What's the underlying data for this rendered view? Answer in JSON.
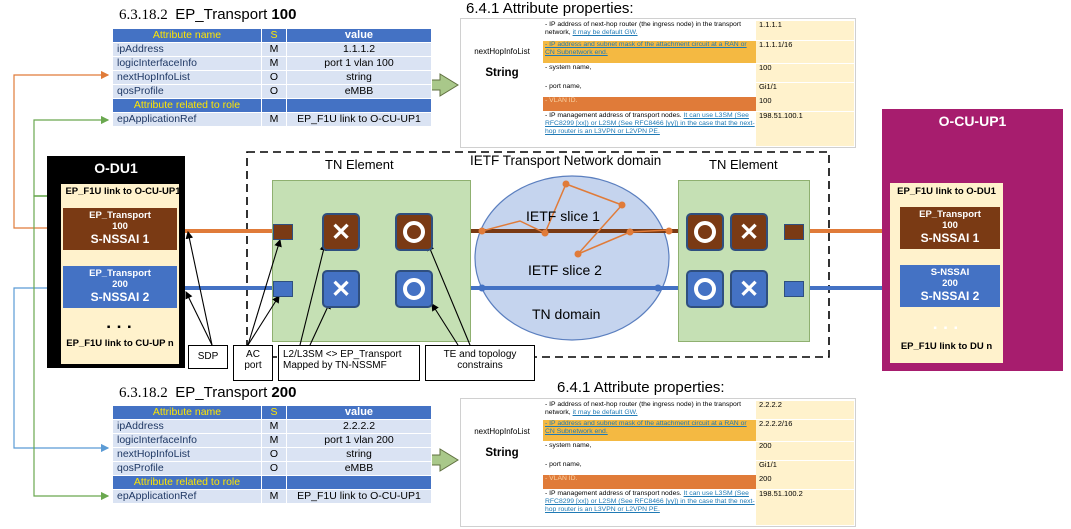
{
  "colors": {
    "brown": "#7a3a14",
    "blue": "#4472c4",
    "orange": "#e07b39",
    "green_area": "#c5e0b4",
    "magenta": "#a71d6e",
    "table_blue": "#4472c4",
    "table_light": "#dae3f3"
  },
  "top_table": {
    "section": "6.3.18.2",
    "title_text": "EP_Transport ",
    "title_num": "100",
    "headers": [
      "Attribute name",
      "S",
      "value"
    ],
    "rows": [
      {
        "name": "ipAddress",
        "s": "M",
        "value": "1.1.1.2"
      },
      {
        "name": "logicInterfaceInfo",
        "s": "M",
        "value": "port 1 vlan 100"
      },
      {
        "name": "nextHopInfoList",
        "s": "O",
        "value": "string"
      },
      {
        "name": "qosProfile",
        "s": "O",
        "value": "eMBB"
      }
    ],
    "role_header": "Attribute related to role",
    "last_row": {
      "name": "epApplicationRef",
      "s": "M",
      "value": "EP_F1U link to O-CU-UP1"
    }
  },
  "bottom_table": {
    "section": "6.3.18.2",
    "title_text": "EP_Transport ",
    "title_num": "200",
    "headers": [
      "Attribute name",
      "S",
      "value"
    ],
    "rows": [
      {
        "name": "ipAddress",
        "s": "M",
        "value": "2.2.2.2"
      },
      {
        "name": "logicInterfaceInfo",
        "s": "M",
        "value": "port 1 vlan 200"
      },
      {
        "name": "nextHopInfoList",
        "s": "O",
        "value": "string"
      },
      {
        "name": "qosProfile",
        "s": "O",
        "value": "eMBB"
      }
    ],
    "role_header": "Attribute related to role",
    "last_row": {
      "name": "epApplicationRef",
      "s": "M",
      "value": "EP_F1U link to O-CU-UP1"
    }
  },
  "top_props": {
    "title": "6.4.1    Attribute properties:",
    "left_label": "nextHopInfoList",
    "left_type": "String",
    "rows": [
      {
        "desc": "- IP address of next-hop router (the ingress node) in the transport network, ",
        "link": "it may be default GW.",
        "value": "1.1.1.1",
        "hl": ""
      },
      {
        "desc": "- IP address and subnet mask of the attachment circuit at a RAN or CN Subnetwork end.",
        "link": "",
        "value": "1.1.1.1/16",
        "hl": "yel"
      },
      {
        "desc": "- system name,",
        "link": "",
        "value": "100",
        "hl": ""
      },
      {
        "desc": "- port name,",
        "link": "",
        "value": "Gi1/1",
        "hl": ""
      },
      {
        "desc": "- VLAN ID.",
        "link": "",
        "value": "100",
        "hl": "org"
      },
      {
        "desc": "- IP management address of transport nodes. ",
        "link": "It can use L3SM (See RFC8299 [xx]) or L2SM (See RFC8466 [yy]) in the case that the next-hop router is an L3VPN or L2VPN PE.",
        "value": "198.51.100.1",
        "hl": ""
      }
    ]
  },
  "bottom_props": {
    "title": "6.4.1    Attribute properties:",
    "left_label": "nextHopInfoList",
    "left_type": "String",
    "rows": [
      {
        "desc": "- IP address of next-hop router (the ingress node) in the transport network, ",
        "link": "it may be default GW.",
        "value": "2.2.2.2",
        "hl": ""
      },
      {
        "desc": "- IP address and subnet mask of the attachment circuit at a RAN or CN Subnetwork end.",
        "link": "",
        "value": "2.2.2.2/16",
        "hl": "yel"
      },
      {
        "desc": "- system name,",
        "link": "",
        "value": "200",
        "hl": ""
      },
      {
        "desc": "- port name,",
        "link": "",
        "value": "Gi1/1",
        "hl": ""
      },
      {
        "desc": "- VLAN ID.",
        "link": "",
        "value": "200",
        "hl": "org"
      },
      {
        "desc": "- IP management address of transport nodes. ",
        "link": "It can use L3SM (See RFC8299 [xx]) or L2SM (See RFC8466 [yy]) in the case that the next-hop router is an L3VPN or L2VPN PE.",
        "value": "198.51.100.2",
        "hl": ""
      }
    ]
  },
  "odu": {
    "title": "O-DU1",
    "link_top": "EP_F1U link to O-CU-UP1",
    "ep1": {
      "name": "EP_Transport",
      "num": "100",
      "slice": "S-NSSAI 1"
    },
    "ep2": {
      "name": "EP_Transport",
      "num": "200",
      "slice": "S-NSSAI 2"
    },
    "dots": "▪ ▪ ▪",
    "link_bottom": "EP_F1U link to CU-UP n"
  },
  "ocu": {
    "title": "O-CU-UP1",
    "link_top": "EP_F1U link to O-DU1",
    "ep1": {
      "name": "EP_Transport",
      "num": "100",
      "slice": "S-NSSAI 1"
    },
    "ep2": {
      "name": "S-NSSAI",
      "num": "200",
      "slice": "S-NSSAI 2"
    },
    "dots": "▪ ▪ ▪",
    "link_bottom": "EP_F1U link to DU n"
  },
  "network": {
    "domain_title": "IETF Transport Network domain",
    "tn_left": "TN Element",
    "tn_right": "TN Element",
    "slice1": "IETF slice 1",
    "slice2": "IETF slice 2",
    "tn_domain": "TN domain"
  },
  "labels": {
    "sdp": "SDP",
    "ac_line1": "AC",
    "ac_line2": "port",
    "l2l3_line1": "L2/L3SM <> EP_Transport",
    "l2l3_line2": "Mapped by TN-NSSMF",
    "te_line1": "TE and topology",
    "te_line2": "constrains"
  }
}
